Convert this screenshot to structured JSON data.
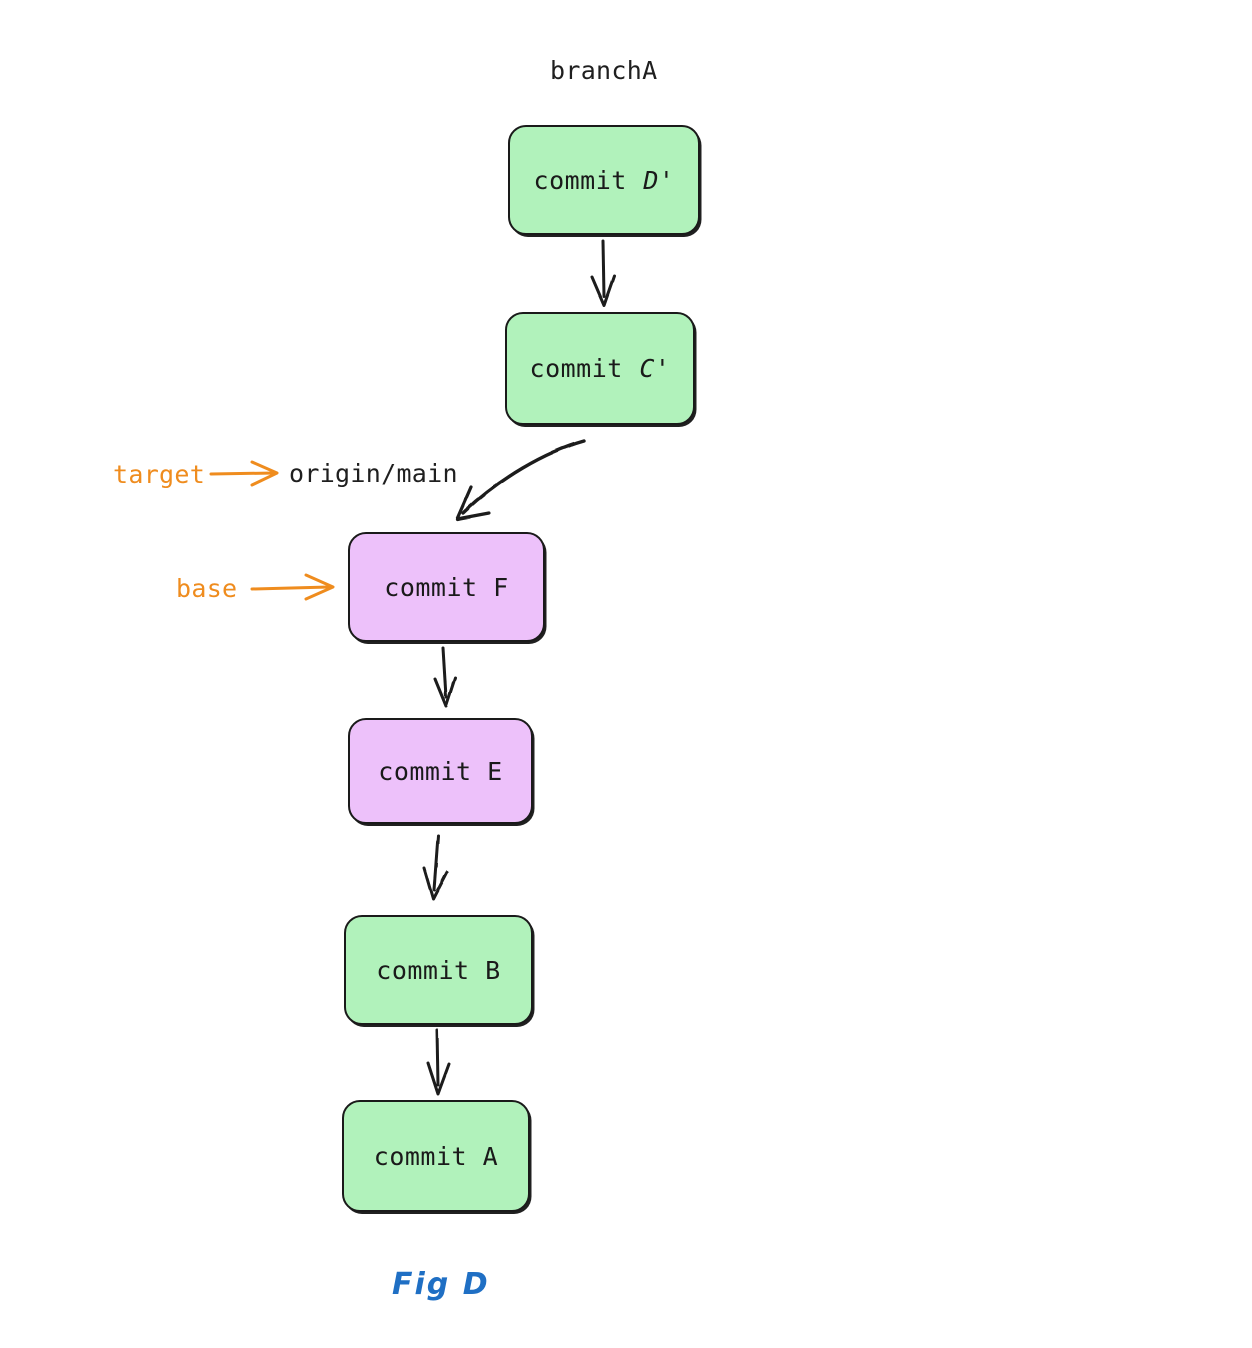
{
  "figure": {
    "caption": "Fig D",
    "caption_color": "#1f6fc4",
    "background": "#ffffff"
  },
  "palette": {
    "green": "#b1f2bb",
    "purple": "#edc1fa",
    "stroke": "#1a1a1a",
    "annotation_orange": "#ef8c1e",
    "text": "#1f1f1f"
  },
  "branch_labels": {
    "branchA": "branchA",
    "origin_main": "origin/main"
  },
  "annotations": [
    {
      "id": "target",
      "label": "target",
      "points_to": "origin/main",
      "color": "#ef8c1e"
    },
    {
      "id": "base",
      "label": "base",
      "points_to": "commit F",
      "color": "#ef8c1e"
    }
  ],
  "nodes": [
    {
      "id": "d-prime",
      "label": "commit D'",
      "label_prefix": "commit ",
      "label_mark": "D'",
      "color": "green"
    },
    {
      "id": "c-prime",
      "label": "commit C'",
      "label_prefix": "commit ",
      "label_mark": "C'",
      "color": "green"
    },
    {
      "id": "f",
      "label": "commit F",
      "label_prefix": "commit ",
      "label_mark": "F",
      "color": "purple"
    },
    {
      "id": "e",
      "label": "commit E",
      "label_prefix": "commit ",
      "label_mark": "E",
      "color": "purple"
    },
    {
      "id": "b",
      "label": "commit B",
      "label_prefix": "commit ",
      "label_mark": "B",
      "color": "green"
    },
    {
      "id": "a",
      "label": "commit A",
      "label_prefix": "commit ",
      "label_mark": "A",
      "color": "green"
    }
  ],
  "edges": [
    {
      "from": "commit D'",
      "to": "commit C'",
      "style": "straight"
    },
    {
      "from": "commit C'",
      "to": "commit F",
      "style": "curved"
    },
    {
      "from": "commit F",
      "to": "commit E",
      "style": "straight"
    },
    {
      "from": "commit E",
      "to": "commit B",
      "style": "straight"
    },
    {
      "from": "commit B",
      "to": "commit A",
      "style": "straight"
    }
  ]
}
